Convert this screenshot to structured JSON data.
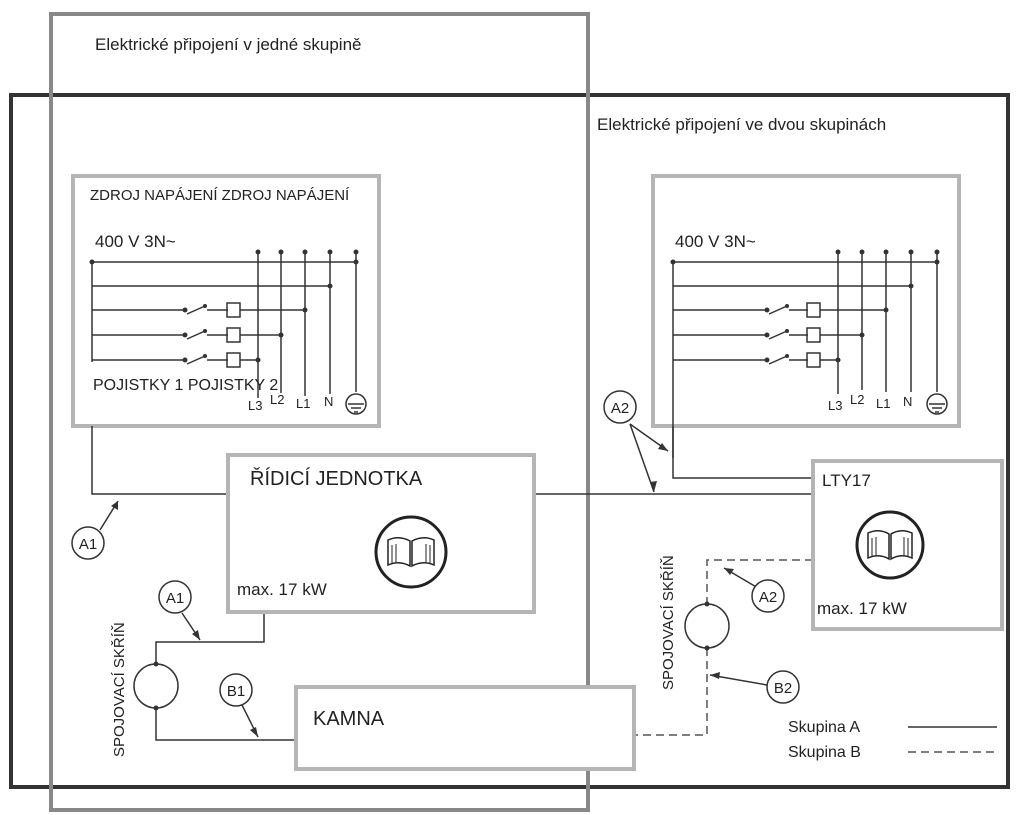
{
  "regions": {
    "single_group_title": "Elektrické připojení v jedné skupině",
    "two_groups_title": "Elektrické připojení ve dvou skupinách"
  },
  "left_supply": {
    "title": "ZDROJ NAPÁJENÍ ZDROJ NAPÁJENÍ",
    "voltage": "400 V 3N~",
    "fuses": "POJISTKY 1 POJISTKY 2",
    "terminals": [
      "L3",
      "L2",
      "L1",
      "N"
    ]
  },
  "right_supply": {
    "voltage": "400 V 3N~",
    "terminals": [
      "L3",
      "L2",
      "L1",
      "N"
    ]
  },
  "control_unit": {
    "title": "ŘÍDICÍ JEDNOTKA",
    "max": "max. 17 kW"
  },
  "lty17": {
    "title": "LTY17",
    "max": "max. 17 kW"
  },
  "heater": {
    "title": "KAMNA"
  },
  "junction_box_label": "SPOJOVACÍ SKŘÍŇ",
  "callouts": {
    "a1": "A1",
    "a2": "A2",
    "b1": "B1",
    "b2": "B2"
  },
  "legend": {
    "group_a": "Skupina A",
    "group_b": "Skupina B"
  },
  "colors": {
    "frame_dark": "#333333",
    "frame_gray": "#888888",
    "box_light": "#b5b5b5",
    "wire": "#333333"
  }
}
